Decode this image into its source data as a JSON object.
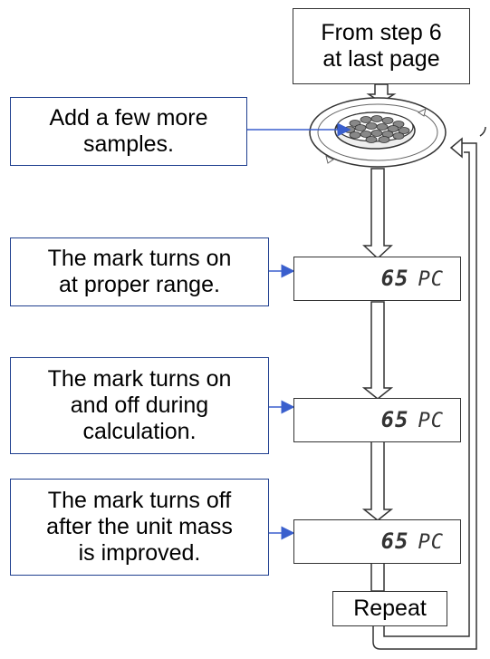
{
  "header_box": "From step 6\nat last page",
  "notes": [
    "Add a few more\nsamples.",
    "The mark turns on\nat proper range.",
    "The mark turns on\nand off during\ncalculation.",
    "The mark turns off\nafter the unit mass\nis improved."
  ],
  "displays": [
    {
      "value": "65",
      "unit": "PC"
    },
    {
      "value": "65",
      "unit": "PC"
    },
    {
      "value": "65",
      "unit": "PC"
    }
  ],
  "repeat_label": "Repeat",
  "colors": {
    "note_border": "#1f3f8f",
    "arrow_blue": "#3a5fcd",
    "line": "#333333"
  }
}
